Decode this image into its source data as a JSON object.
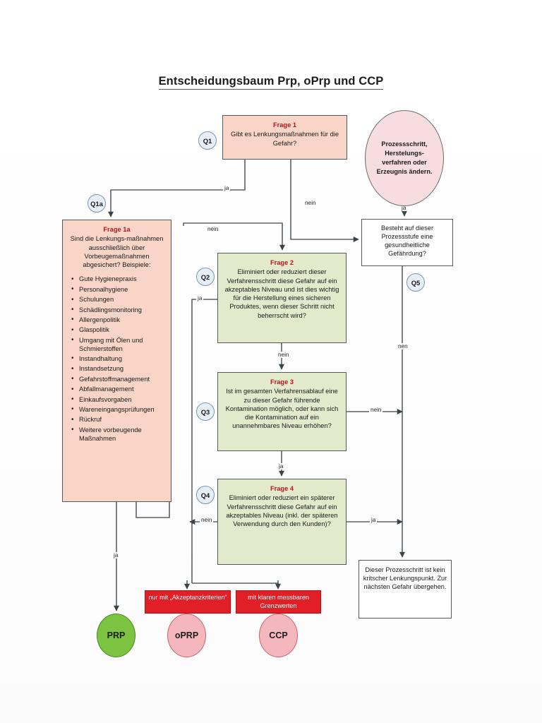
{
  "document": {
    "title": "Entscheidungsbaum Prp, oPrp und CCP"
  },
  "colors": {
    "question_title": "#c1121f",
    "pink_box": "#f8d5c6",
    "green_box": "#e2eacb",
    "red_band": "#e01f26",
    "ellipse_pink": "#f7dde0",
    "prp_green": "#7cc342",
    "terminal_pink": "#f3b7bd",
    "badge_blue": "#e8eef6",
    "connector": "#3c4349"
  },
  "badges": {
    "q1": "Q1",
    "q1a": "Q1a",
    "q2": "Q2",
    "q3": "Q3",
    "q4": "Q4",
    "q5": "Q5"
  },
  "nodes": {
    "frage1": {
      "heading": "Frage 1",
      "text": "Gibt es Lenkungsmaßnahmen für die Gefahr?"
    },
    "frage1a": {
      "heading": "Frage 1a",
      "text": "Sind die Lenkungs-maßnahmen ausschließlich über Vorbeugemaßnahmen abgesichert? Beispiele:",
      "bullets": [
        "Gute Hygienepraxis",
        "Personalhygiene",
        "Schulungen",
        "Schädlingsmonitoring",
        "Allergenpolitik",
        "Glaspolitik",
        "Umgang mit Ölen und Schmierstoffen",
        "Instandhaltung",
        "Instandsetzung",
        "Gefahrstoffmanagement",
        "Abfallmanagement",
        "Einkaufsvorgaben",
        "Wareneingangsprüfungen",
        "Rückruf",
        "Weitere vorbeugende Maßnahmen"
      ]
    },
    "frage2": {
      "heading": "Frage 2",
      "text": "Eliminiert oder reduziert dieser Verfahrensschritt diese Gefahr auf ein akzeptables Niveau und ist dies wichtig für die Herstellung eines sicheren Produktes, wenn dieser Schritt nicht beherrscht wird?"
    },
    "frage3": {
      "heading": "Frage 3",
      "text": "Ist im gesamten Verfahrensablauf eine zu dieser Gefahr führende Kontamination möglich, oder kann sich die Kontamination auf ein unannehmbares Niveau erhöhen?"
    },
    "frage4": {
      "heading": "Frage 4",
      "text": "Eliminiert oder reduziert ein späterer Verfahrensschritt diese Gefahr auf ein akzeptables Niveau (inkl. der späteren Verwendung durch den Kunden)?"
    },
    "q5box": {
      "text": "Besteht auf dieser Prozessstufe eine gesundheitliche Gefährdung?"
    },
    "ellipse": {
      "text": "Prozessschritt, Herstelungs-verfahren oder Erzeugnis ändern."
    },
    "endbox": {
      "text": "Dieser Prozesschritt ist kein kritscher Lenkungspunkt. Zur nächsten Gefahr übergehen."
    },
    "oprp_band": {
      "text": "nur mit „Akzeptanzkriterien“"
    },
    "ccp_band": {
      "text": "mit klaren messbaren Grenzwerten"
    }
  },
  "terminals": {
    "prp": "PRP",
    "oprp": "oPRP",
    "ccp": "CCP"
  },
  "edges": [
    {
      "id": "q1-ja",
      "label": "ja",
      "from": "frage1",
      "to": "frage1a"
    },
    {
      "id": "q1-nein",
      "label": "nein",
      "from": "frage1",
      "to": "q5box"
    },
    {
      "id": "ellipse-ja",
      "label": "ja",
      "from": "ellipse",
      "to": "q5box"
    },
    {
      "id": "q1a-nein",
      "label": "nein",
      "from": "frage1a",
      "to": "frage2"
    },
    {
      "id": "q1a-ja",
      "label": "ja",
      "from": "frage1a",
      "to": "prp"
    },
    {
      "id": "q2-ja",
      "label": "ja",
      "from": "frage2",
      "to": "oprp-band"
    },
    {
      "id": "q2-nein",
      "label": "nein",
      "from": "frage2",
      "to": "frage3"
    },
    {
      "id": "q3-nein",
      "label": "nein",
      "from": "frage3",
      "to": "endbox-spine"
    },
    {
      "id": "q3-ja",
      "label": "ja",
      "from": "frage3",
      "to": "frage4"
    },
    {
      "id": "q4-nein",
      "label": "nein",
      "from": "frage4",
      "to": "ccp-band"
    },
    {
      "id": "q4-ja",
      "label": "ja",
      "from": "frage4",
      "to": "endbox-spine"
    },
    {
      "id": "q5-nein",
      "label": "nen",
      "from": "q5box",
      "to": "endbox"
    }
  ]
}
